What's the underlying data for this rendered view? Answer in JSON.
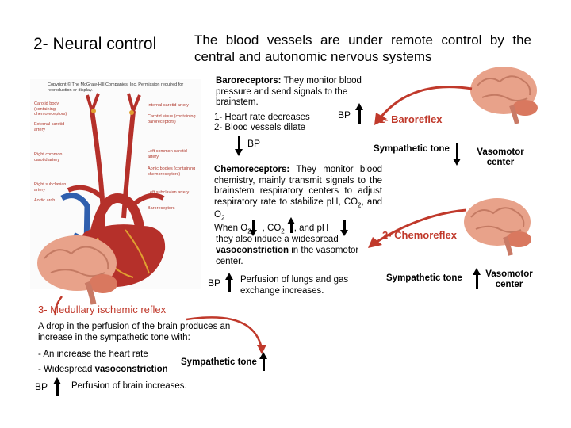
{
  "title": {
    "number": "2- Neural control",
    "description": "The blood vessels are under remote control by the central and autonomic nervous systems"
  },
  "baroreceptors": {
    "heading": "Baroreceptors:",
    "text": " They monitor blood pressure and send signals to the brainstem.",
    "line1": "1- Heart rate decreases",
    "bp_label": "BP",
    "line2": "2- Blood vessels dilate",
    "bp_down_label": "BP"
  },
  "baroreflex": {
    "label": "1- Baroreflex",
    "sympathetic": "Sympathetic tone",
    "vasomotor": "Vasomotor center"
  },
  "chemoreceptors": {
    "heading": "Chemoreceptors:",
    "text": " They monitor blood chemistry, mainly transmit signals to the brainstem respiratory centers to adjust respiratory rate to stabilize pH, CO",
    "co2_sub": "2",
    "text_and": ", and",
    "o2": "O",
    "o2_sub": "2",
    "when_prefix": "When O",
    "when_o2_sub": "2",
    "when_co2": ", CO",
    "when_co2_sub": "2",
    "when_ph": ", and pH",
    "when_end": ",",
    "line_also": "they also induce a widespread",
    "vasoconstriction": "vasoconstriction",
    "line_center_pre": " in the vasomotor",
    "line_center": "center.",
    "bp_label": "BP",
    "perfusion": "Perfusion of lungs and gas exchange increases."
  },
  "chemoreflex": {
    "label": "2- Chemoreflex",
    "sympathetic": "Sympathetic tone",
    "vasomotor": "Vasomotor center"
  },
  "medullary": {
    "heading": "3- Medullary ischemic reflex",
    "intro": "A drop in the perfusion of the brain produces an increase  in the sympathetic tone with:",
    "item1": "- An increase the heart rate",
    "sympathetic": "Sympathetic tone",
    "item2_pre": "- Widespread ",
    "item2_bold": "vasoconstriction",
    "bp_label": "BP",
    "perfusion": "Perfusion of brain increases."
  },
  "heart_figure": {
    "copyright": "Copyright © The McGraw-Hill Companies, Inc. Permission required for reproduction or display.",
    "labels_left": [
      "Carotid body (containing chemoreceptors)",
      "External carotid artery",
      "Right common carotid artery",
      "Right subclavian artery",
      "Aortic arch"
    ],
    "labels_right": [
      "Internal carotid artery",
      "Carotid sinus (containing baroreceptors)",
      "Left common carotid artery",
      "Aortic bodies (containing chemoreceptors)",
      "Left subclavian artery",
      "Baroreceptors"
    ]
  },
  "colors": {
    "reflex_red": "#c0392b",
    "brain_pink": "#e8a28a",
    "cerebellum": "#d9785f",
    "heart_red": "#b5302a",
    "vessel_blue": "#2f5fae"
  }
}
